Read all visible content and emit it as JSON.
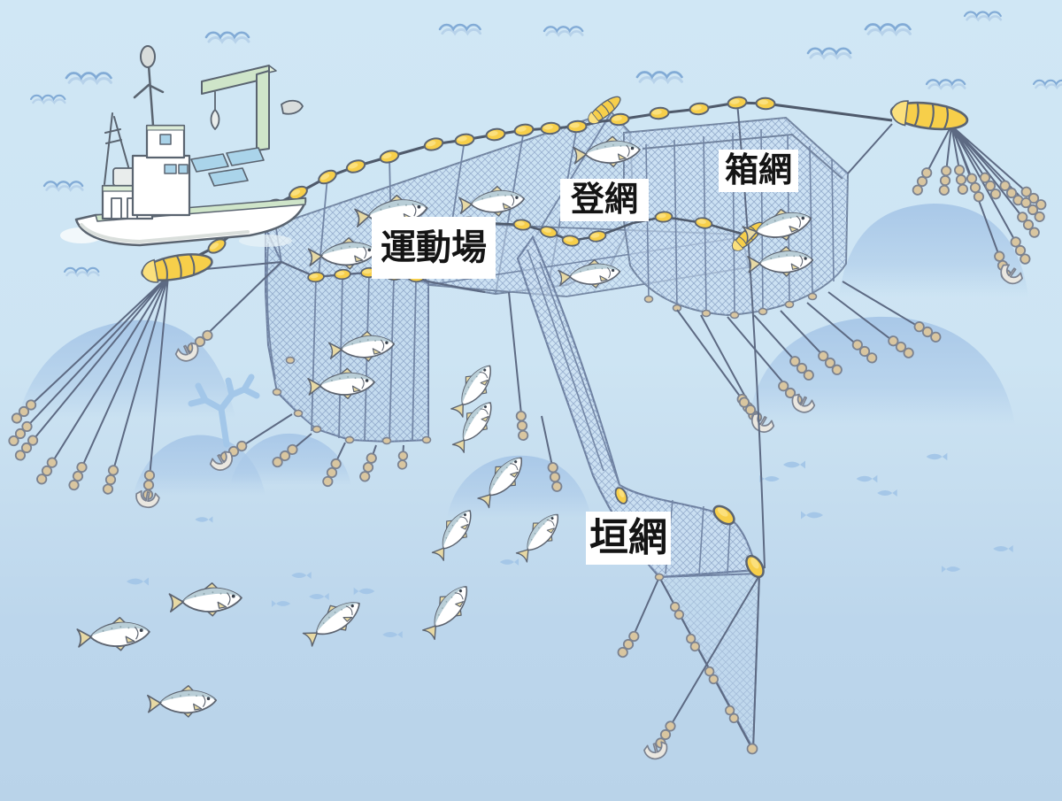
{
  "labels": [
    {
      "id": "undojo",
      "text": "運動場",
      "meaning": "playground-net-area"
    },
    {
      "id": "noboriami",
      "text": "登網",
      "meaning": "climbing-net"
    },
    {
      "id": "hakoami",
      "text": "箱網",
      "meaning": "box-net"
    },
    {
      "id": "kakiami",
      "text": "垣網",
      "meaning": "fence-net"
    }
  ],
  "colors": {
    "ocean_top": "#d0e7f5",
    "ocean_bottom": "#b7d1e9",
    "net_fill": "#c9def1",
    "net_mesh": "#8ea6c8",
    "rope": "#5d6a83",
    "rope_dark": "#4f5a6b",
    "float_yellow": "#f7cf4a",
    "float_cream": "#fbe07c",
    "outline": "#5b6472",
    "bead_tan": "#d9c6a0",
    "anchor_fill": "#eae7e0",
    "rock": "#a9c8e8",
    "coral": "#a3c7e9",
    "small_fish": "#a5c7e8",
    "fish_back": "#b9ced7",
    "fish_fin": "#e7d9a4",
    "fish_body": "#ffffff",
    "boat_green": "#cfe5c9",
    "window_blue": "#a9d2e8",
    "label_bg": "#ffffff",
    "label_text": "#141414"
  },
  "scene": [
    "fishing-boat",
    "surface-float-line",
    "yellow-floats",
    "torpedo-buoys",
    "playground-net",
    "climbing-net",
    "box-net",
    "fence-net",
    "mooring-lines",
    "weight-beads",
    "anchors",
    "seafloor-rocks",
    "coral",
    "fish-school",
    "small-fish-silhouettes",
    "wave-marks"
  ]
}
